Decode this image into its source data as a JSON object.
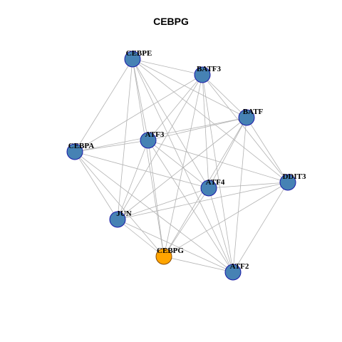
{
  "title": "CEBPG",
  "colors": {
    "node_fill": "#4682B4",
    "node_stroke": "#1a1aa8",
    "highlight_fill": "#FFA500",
    "highlight_stroke": "#8a4b00",
    "edge": "#b3b3b3"
  },
  "nodes": [
    {
      "id": "CEBPE",
      "label": "CEBPE",
      "highlight": false
    },
    {
      "id": "BATF3",
      "label": "BATF3",
      "highlight": false
    },
    {
      "id": "BATF",
      "label": "BATF",
      "highlight": false
    },
    {
      "id": "ATF3",
      "label": "ATF3",
      "highlight": false
    },
    {
      "id": "CEBPA",
      "label": "CEBPA",
      "highlight": false
    },
    {
      "id": "DDIT3",
      "label": "DDIT3",
      "highlight": false
    },
    {
      "id": "ATF4",
      "label": "ATF4",
      "highlight": false
    },
    {
      "id": "JUN",
      "label": "JUN",
      "highlight": false
    },
    {
      "id": "CEBPG",
      "label": "CEBPG",
      "highlight": true
    },
    {
      "id": "ATF2",
      "label": "ATF2",
      "highlight": false
    }
  ],
  "edges": [
    [
      "CEBPE",
      "BATF3"
    ],
    [
      "CEBPE",
      "BATF"
    ],
    [
      "CEBPE",
      "ATF3"
    ],
    [
      "CEBPE",
      "CEBPA"
    ],
    [
      "CEBPE",
      "DDIT3"
    ],
    [
      "CEBPE",
      "ATF4"
    ],
    [
      "CEBPE",
      "JUN"
    ],
    [
      "CEBPE",
      "CEBPG"
    ],
    [
      "CEBPE",
      "ATF2"
    ],
    [
      "BATF3",
      "BATF"
    ],
    [
      "BATF3",
      "ATF3"
    ],
    [
      "BATF3",
      "CEBPA"
    ],
    [
      "BATF3",
      "DDIT3"
    ],
    [
      "BATF3",
      "ATF4"
    ],
    [
      "BATF3",
      "JUN"
    ],
    [
      "BATF3",
      "CEBPG"
    ],
    [
      "BATF3",
      "ATF2"
    ],
    [
      "BATF",
      "ATF3"
    ],
    [
      "BATF",
      "CEBPA"
    ],
    [
      "BATF",
      "DDIT3"
    ],
    [
      "BATF",
      "ATF4"
    ],
    [
      "BATF",
      "JUN"
    ],
    [
      "BATF",
      "CEBPG"
    ],
    [
      "BATF",
      "ATF2"
    ],
    [
      "ATF3",
      "CEBPA"
    ],
    [
      "ATF3",
      "DDIT3"
    ],
    [
      "ATF3",
      "ATF4"
    ],
    [
      "ATF3",
      "JUN"
    ],
    [
      "ATF3",
      "CEBPG"
    ],
    [
      "ATF3",
      "ATF2"
    ],
    [
      "CEBPA",
      "ATF4"
    ],
    [
      "CEBPA",
      "JUN"
    ],
    [
      "CEBPA",
      "CEBPG"
    ],
    [
      "CEBPA",
      "ATF2"
    ],
    [
      "DDIT3",
      "ATF4"
    ],
    [
      "DDIT3",
      "JUN"
    ],
    [
      "DDIT3",
      "CEBPG"
    ],
    [
      "DDIT3",
      "ATF2"
    ],
    [
      "ATF4",
      "JUN"
    ],
    [
      "ATF4",
      "CEBPG"
    ],
    [
      "ATF4",
      "ATF2"
    ],
    [
      "JUN",
      "CEBPG"
    ],
    [
      "JUN",
      "ATF2"
    ],
    [
      "CEBPG",
      "ATF2"
    ]
  ]
}
